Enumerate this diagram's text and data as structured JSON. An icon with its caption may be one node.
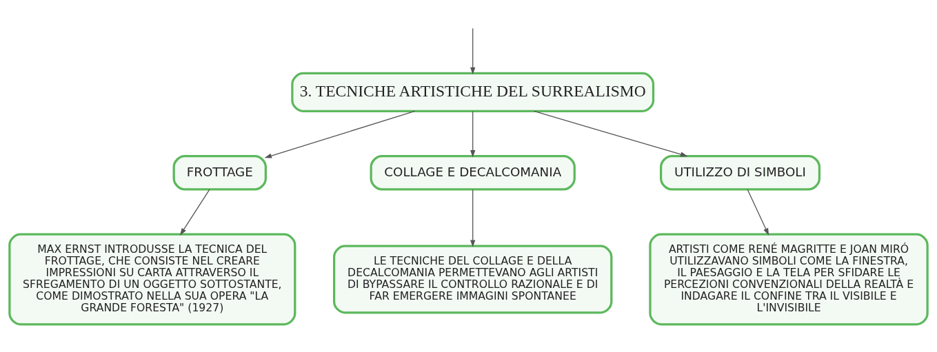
{
  "diagram": {
    "nodes": [
      {
        "text": [
          "3. TECNICHE ARTISTICHE DEL SURREALISMO"
        ]
      },
      {
        "text": [
          "FROTTAGE"
        ]
      },
      {
        "text": [
          "COLLAGE E DECALCOMANIA"
        ]
      },
      {
        "text": [
          "UTILIZZO DI SIMBOLI"
        ]
      },
      {
        "text": [
          "MAX ERNST INTRODUSSE LA TECNICA DEL FROTTAGE, CHE CONSISTE NEL CREARE IMPRESSIONI SU CARTA ATTRAVERSO IL SFREGAMENTO DI UN OGGETTO SOTTOSTANTE, COME DIMOSTRATO NELLA SUA OPERA \"LA GRANDE FORESTA\" (1927)"
        ]
      },
      {
        "text": [
          "LE TECNICHE DEL COLLAGE E DELLA DECALCOMANIA PERMETTEVANO AGLI ARTISTI DI BYPASSARE IL CONTROLLO RAZIONALE E DI FAR EMERGERE IMMAGINI SPONTANEE"
        ]
      },
      {
        "text": [
          "ARTISTI COME RENÉ MAGRITTE E JOAN MIRÓ UTILIZZAVANO SIMBOLI COME LA FINESTRA, IL PAESAGGIO E LA TELA PER SFIDARE LE PERCEZIONI CONVENZIONALI DELLA REALTÀ E INDAGARE IL CONFINE TRA IL VISIBILE E L'INVISIBILE"
        ]
      }
    ],
    "edges": [
      {
        "from": null,
        "to": 0,
        "arrow": "to"
      },
      {
        "from": 0,
        "to": 1,
        "arrow": "to"
      },
      {
        "from": 0,
        "to": 2,
        "arrow": "to"
      },
      {
        "from": 0,
        "to": 3,
        "arrow": "to"
      },
      {
        "from": 1,
        "to": 4,
        "arrow": "to"
      },
      {
        "from": 2,
        "to": 5,
        "arrow": "to"
      },
      {
        "from": 3,
        "to": 6,
        "arrow": "to"
      }
    ]
  }
}
